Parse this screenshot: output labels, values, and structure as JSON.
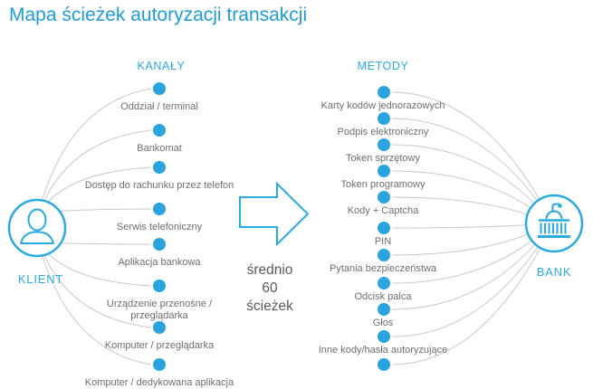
{
  "title": "Mapa ścieżek autoryzacji transakcji",
  "client": {
    "label": "KLIENT",
    "icon": "person-icon"
  },
  "bank": {
    "label": "BANK",
    "icon": "bank-building-icon"
  },
  "channels": {
    "header": "KANAŁY",
    "items": [
      "Oddział / terminal",
      "Bankomat",
      "Dostęp do rachunku przez telefon",
      "Serwis telefoniczny",
      "Aplikacja bankowa",
      "Urządzenie przenośne / przeglądarka",
      "Komputer / przeglądarka",
      "Komputer / dedykowana aplikacja"
    ]
  },
  "methods": {
    "header": "METODY",
    "items": [
      "Karty kodów jednorazowych",
      "Podpis elektroniczny",
      "Token sprzętowy",
      "Token programowy",
      "Kody + Captcha",
      "PIN",
      "Pytania bezpieczeństwa",
      "Odcisk palca",
      "Głos",
      "Inne kody/hasła autoryzujące"
    ]
  },
  "annotation": {
    "lines": [
      "średnio",
      "60",
      "ścieżek"
    ]
  },
  "colors": {
    "accent": "#29abe2",
    "title": "#1e9cd8",
    "label": "#6d6e71",
    "annotation": "#58595b",
    "curve": "#c8c8c8",
    "node": "#29a4de"
  }
}
